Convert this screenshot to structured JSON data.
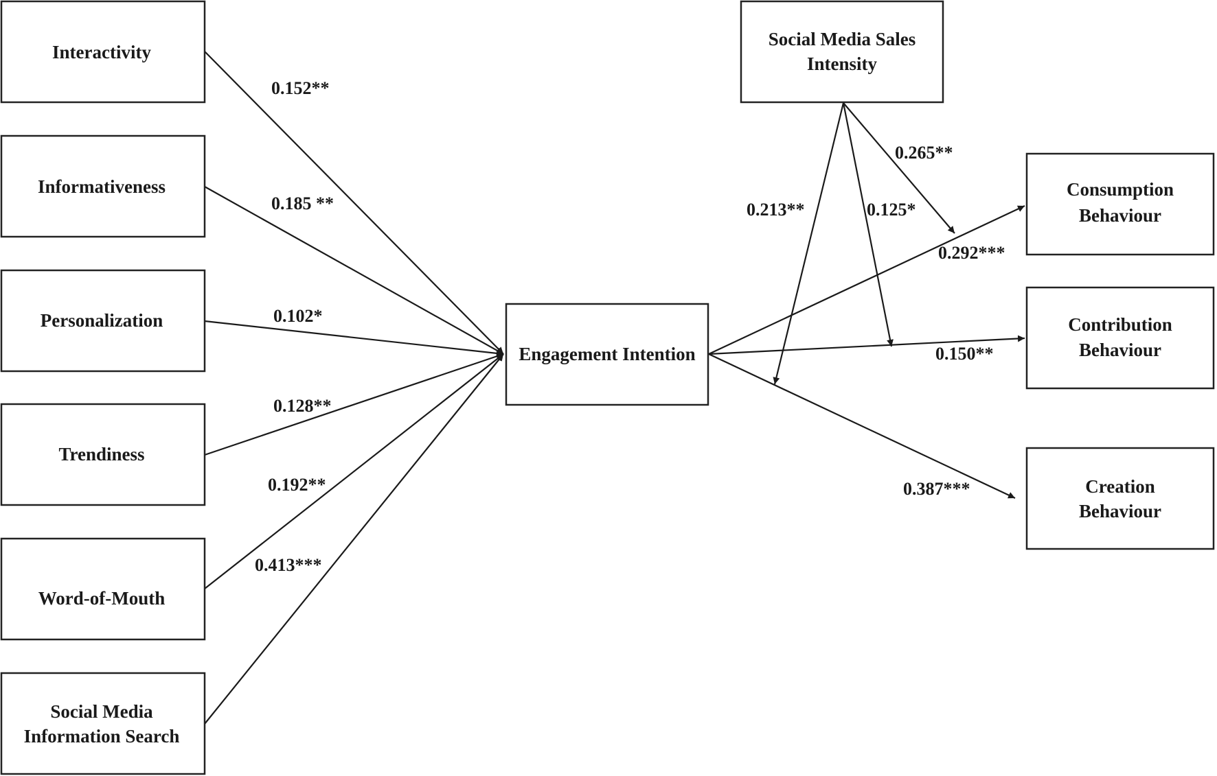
{
  "nodes": {
    "interactivity": {
      "lines": [
        "Interactivity"
      ]
    },
    "informativeness": {
      "lines": [
        "Informativeness"
      ]
    },
    "personalization": {
      "lines": [
        "Personalization"
      ]
    },
    "trendiness": {
      "lines": [
        "Trendiness"
      ]
    },
    "word_of_mouth": {
      "lines": [
        "Word-of-Mouth"
      ]
    },
    "information_search": {
      "lines": [
        "Social Media",
        "Information Search"
      ]
    },
    "engagement_intention": {
      "lines": [
        "Engagement Intention"
      ]
    },
    "sales_intensity": {
      "lines": [
        "Social Media Sales",
        "Intensity"
      ]
    },
    "consumption": {
      "lines": [
        "Consumption",
        "Behaviour"
      ]
    },
    "contribution": {
      "lines": [
        "Contribution",
        "Behaviour"
      ]
    },
    "creation": {
      "lines": [
        "Creation",
        "Behaviour"
      ]
    }
  },
  "edges": {
    "interactivity_ei": "0.152**",
    "informativeness_ei": "0.185 **",
    "personalization_ei": "0.102*",
    "trendiness_ei": "0.128**",
    "wom_ei": "0.192**",
    "search_ei": "0.413***",
    "ei_consumption": "0.292***",
    "ei_contribution": "0.150**",
    "ei_creation": "0.387***",
    "sales_consumption": "0.265**",
    "sales_contribution": "0.125*",
    "sales_creation": "0.213**"
  }
}
